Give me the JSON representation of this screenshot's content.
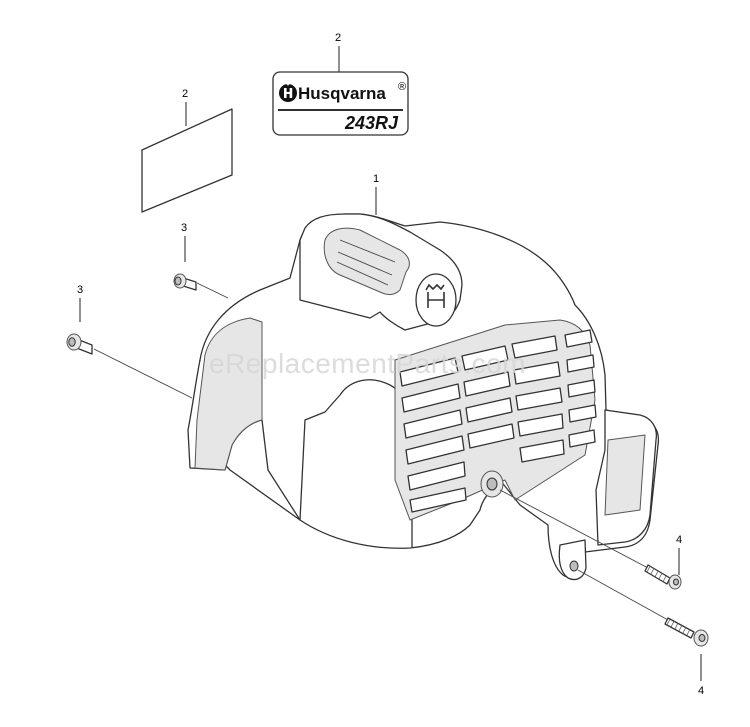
{
  "diagram": {
    "callouts": {
      "decal_label": "2",
      "blank_label": "2",
      "cover": "1",
      "screw_upper": "3",
      "screw_left": "3",
      "bolt_upper": "4",
      "bolt_lower": "4"
    },
    "decal": {
      "brand": "Husqvarna",
      "registered": "®",
      "model": "243RJ"
    },
    "watermark": "eReplacementParts.com"
  }
}
